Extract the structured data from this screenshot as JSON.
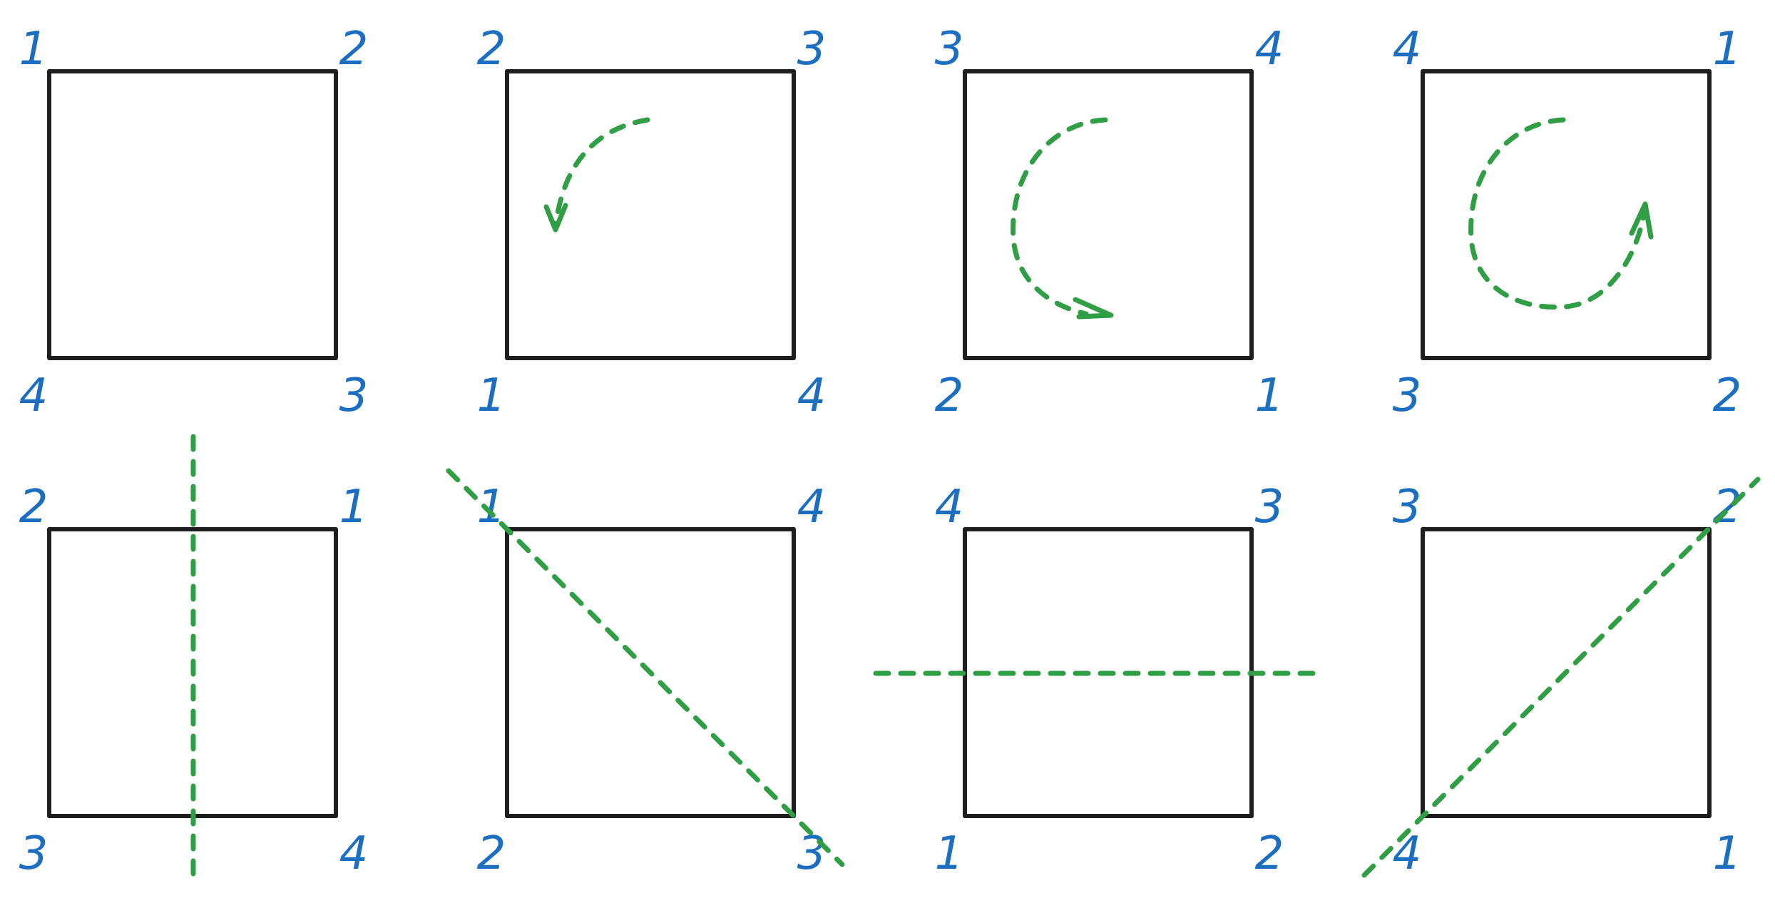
{
  "colors": {
    "outline": "#1e1e1e",
    "label": "#1c6fc0",
    "guide": "#2f9e44"
  },
  "panels": [
    {
      "id": "identity",
      "corners": [
        "1",
        "2",
        "3",
        "4"
      ],
      "guide": "none"
    },
    {
      "id": "rotation-90",
      "corners": [
        "2",
        "3",
        "4",
        "1"
      ],
      "guide": "arc-90"
    },
    {
      "id": "rotation-180",
      "corners": [
        "3",
        "4",
        "1",
        "2"
      ],
      "guide": "arc-180"
    },
    {
      "id": "rotation-270",
      "corners": [
        "4",
        "1",
        "2",
        "3"
      ],
      "guide": "arc-270"
    },
    {
      "id": "reflection-vertical",
      "corners": [
        "2",
        "1",
        "4",
        "3"
      ],
      "guide": "vertical-line"
    },
    {
      "id": "reflection-main-diagonal",
      "corners": [
        "1",
        "4",
        "3",
        "2"
      ],
      "guide": "diagonal-down"
    },
    {
      "id": "reflection-horizontal",
      "corners": [
        "4",
        "3",
        "2",
        "1"
      ],
      "guide": "horizontal-line"
    },
    {
      "id": "reflection-anti-diagonal",
      "corners": [
        "3",
        "2",
        "1",
        "4"
      ],
      "guide": "diagonal-up"
    }
  ]
}
